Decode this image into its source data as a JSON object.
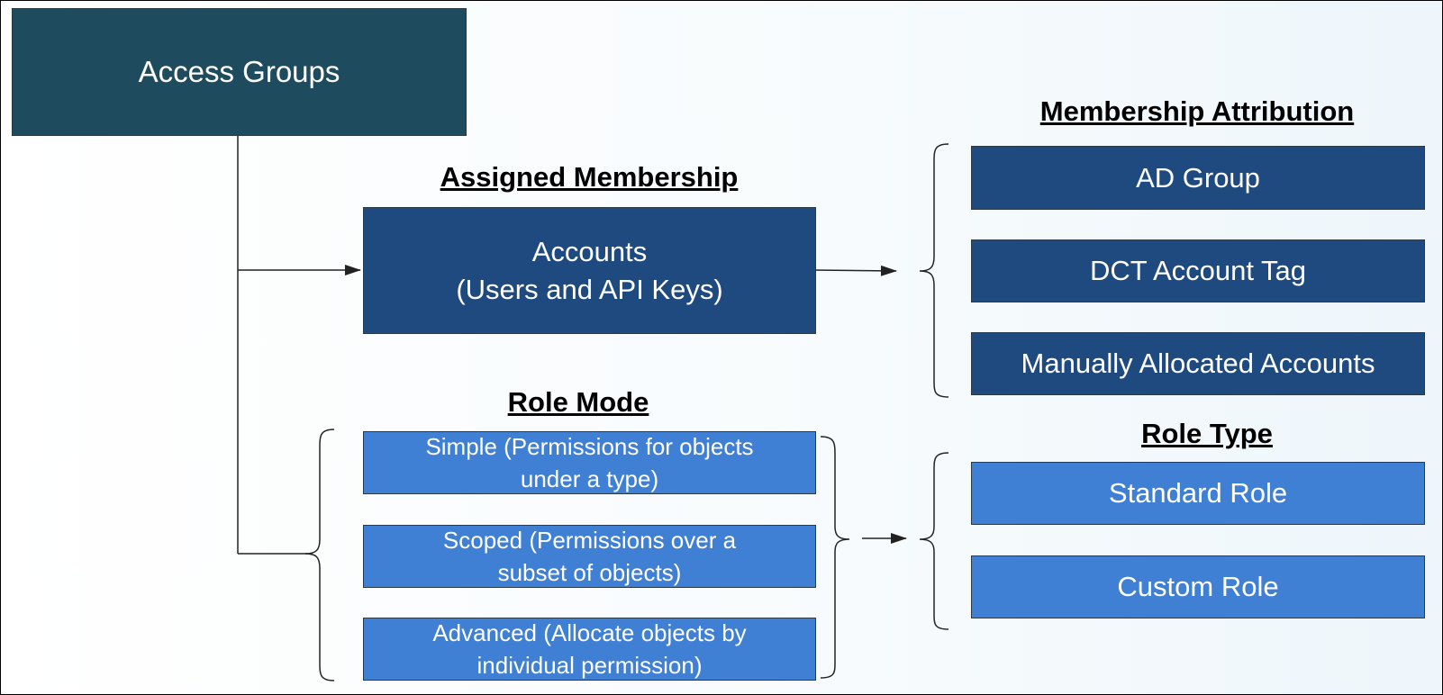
{
  "diagram": {
    "root": {
      "label": "Access Groups"
    },
    "assigned_membership": {
      "heading": "Assigned Membership",
      "accounts": {
        "label": "Accounts\n(Users and API Keys)"
      }
    },
    "membership_attribution": {
      "heading": "Membership Attribution",
      "items": [
        {
          "label": "AD Group"
        },
        {
          "label": "DCT Account Tag"
        },
        {
          "label": "Manually Allocated Accounts"
        }
      ]
    },
    "role_mode": {
      "heading": "Role Mode",
      "items": [
        {
          "label": "Simple (Permissions for objects\nunder a type)"
        },
        {
          "label": "Scoped (Permissions over a\nsubset of objects)"
        },
        {
          "label": "Advanced (Allocate objects by\nindividual permission)"
        }
      ]
    },
    "role_type": {
      "heading": "Role Type",
      "items": [
        {
          "label": "Standard Role"
        },
        {
          "label": "Custom Role"
        }
      ]
    }
  },
  "colors": {
    "root_fill": "#1f4b5f",
    "membership_fill": "#1f4a7f",
    "role_fill": "#3f7fd4",
    "text_on_fill": "#ffffff"
  }
}
